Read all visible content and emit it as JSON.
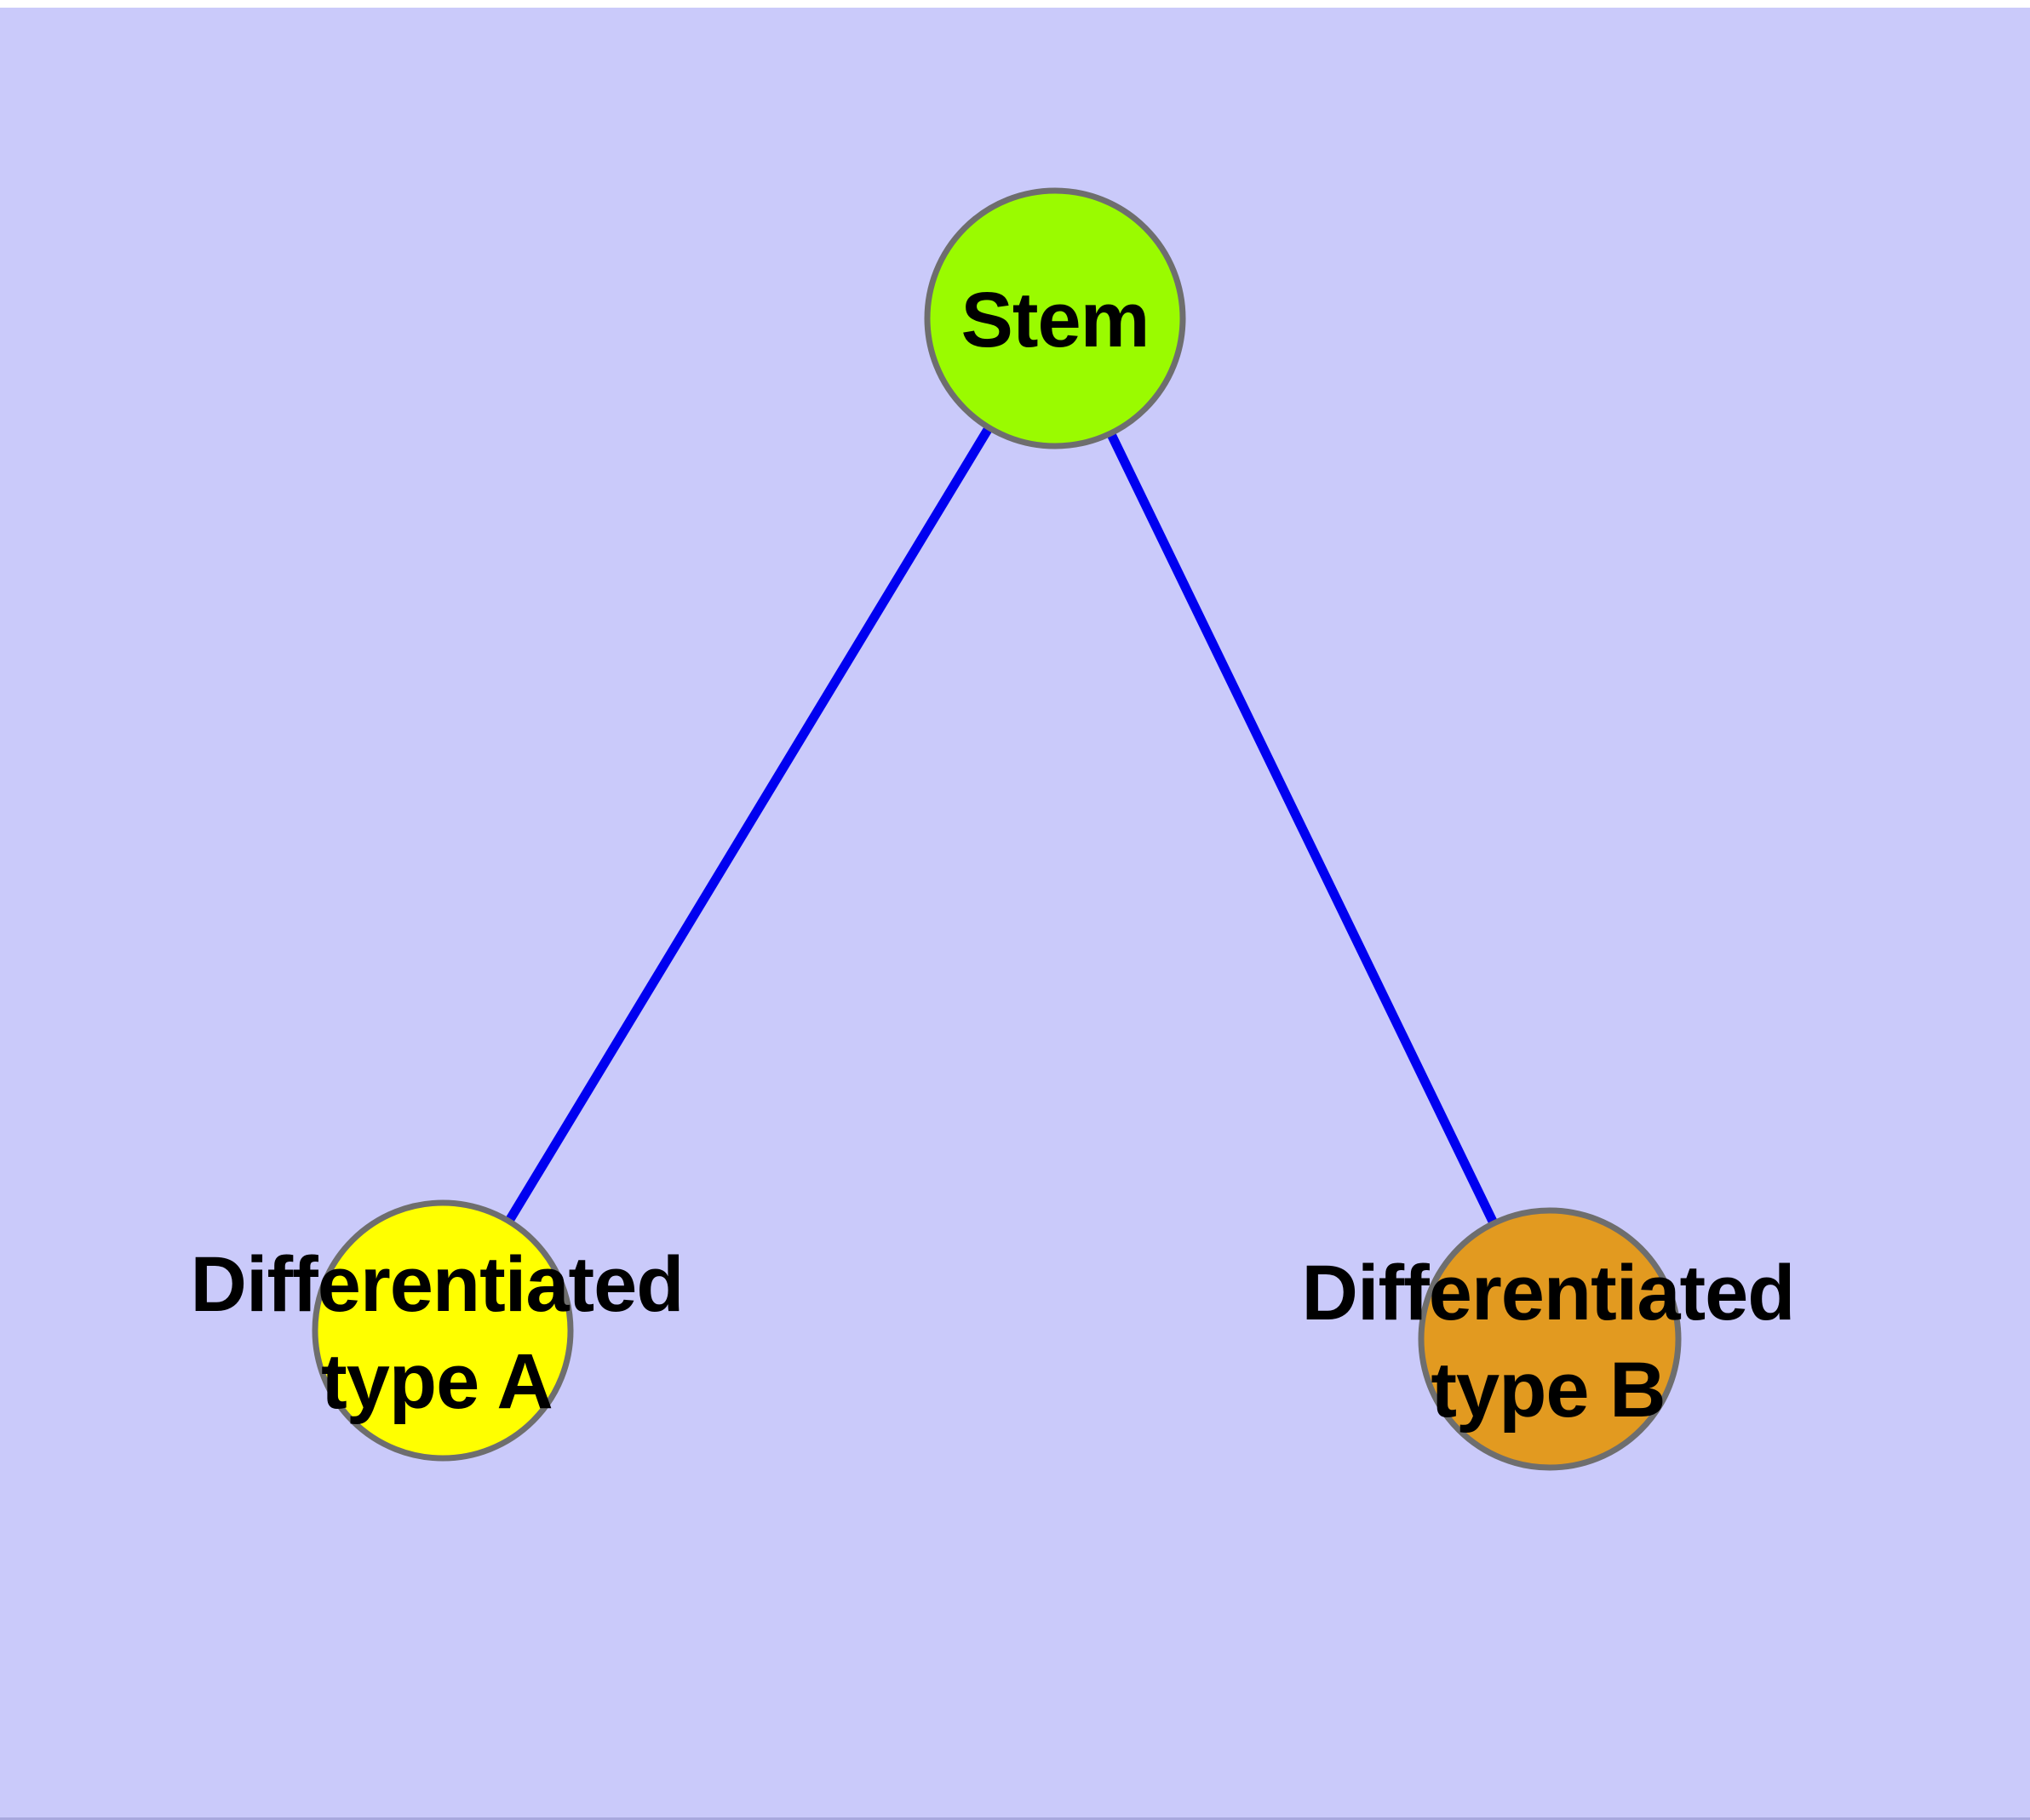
{
  "diagram": {
    "type": "node-edge-graph",
    "background_color": "#CACAFA",
    "page_border_color": "#FFFFFF",
    "node_border_color": "#6E6E6E",
    "edge_color": "#0000F0",
    "text_color": "#000000",
    "nodes": [
      {
        "id": "stem",
        "label": "Stem",
        "label_lines": [
          "Stem"
        ],
        "color": "#9AFB00",
        "shape": "circle"
      },
      {
        "id": "differentiated-a",
        "label": "Differentiated type A",
        "label_lines": [
          "Differentiated",
          "type A"
        ],
        "color": "#FFFF00",
        "shape": "circle"
      },
      {
        "id": "differentiated-b",
        "label": "Differentiated type B",
        "label_lines": [
          "Differentiated",
          "type B"
        ],
        "color": "#E29A20",
        "shape": "circle"
      }
    ],
    "edges": [
      {
        "from": "Stem",
        "to": "Differentiated type A"
      },
      {
        "from": "Stem",
        "to": "Differentiated type B"
      }
    ]
  }
}
